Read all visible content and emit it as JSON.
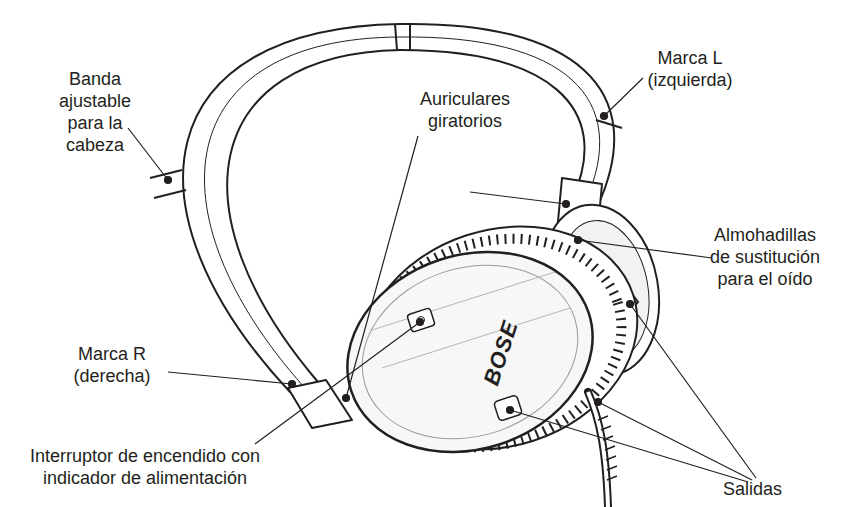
{
  "diagram": {
    "labels": [
      "Banda ajustable para la cabeza",
      "Marca L (izquierda)",
      "Auriculares giratorios",
      "Almohadillas de sustitución para el oído",
      "Marca R (derecha)",
      "Interruptor de encendido con indicador de alimentación",
      "Salidas",
      "BOSE"
    ]
  }
}
